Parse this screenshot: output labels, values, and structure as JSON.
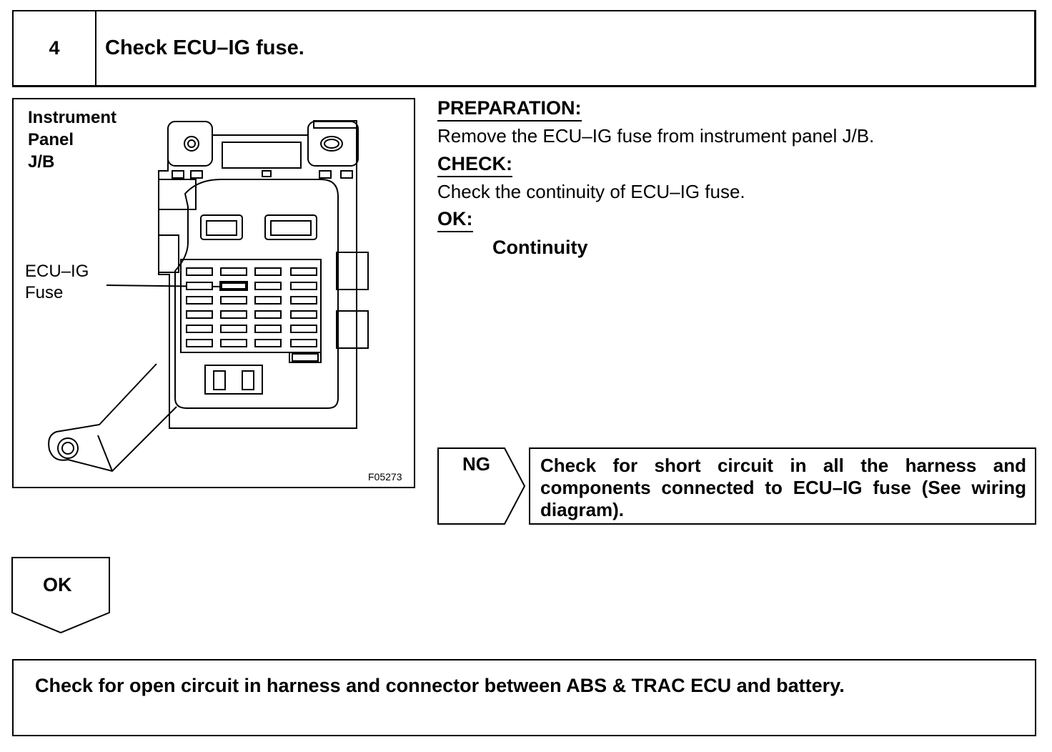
{
  "step": {
    "number": "4",
    "title": "Check ECU–IG fuse."
  },
  "figure": {
    "label_panel": [
      "Instrument",
      "Panel",
      "J/B"
    ],
    "label_fuse": [
      "ECU–IG",
      "Fuse"
    ],
    "code": "F05273"
  },
  "procedure": {
    "preparation_label": "PREPARATION:",
    "preparation_text": "Remove the ECU–IG fuse from instrument panel J/B.",
    "check_label": "CHECK:",
    "check_text": "Check the continuity of ECU–IG fuse.",
    "ok_label": "OK:",
    "ok_value": "Continuity"
  },
  "ng_branch": {
    "label": "NG",
    "text": "Check for short circuit in all the harness and components connected to ECU–IG fuse (See wiring diagram)."
  },
  "ok_branch": {
    "label": "OK"
  },
  "next_step": {
    "text": "Check for open circuit in harness and connector between ABS & TRAC ECU and battery."
  }
}
